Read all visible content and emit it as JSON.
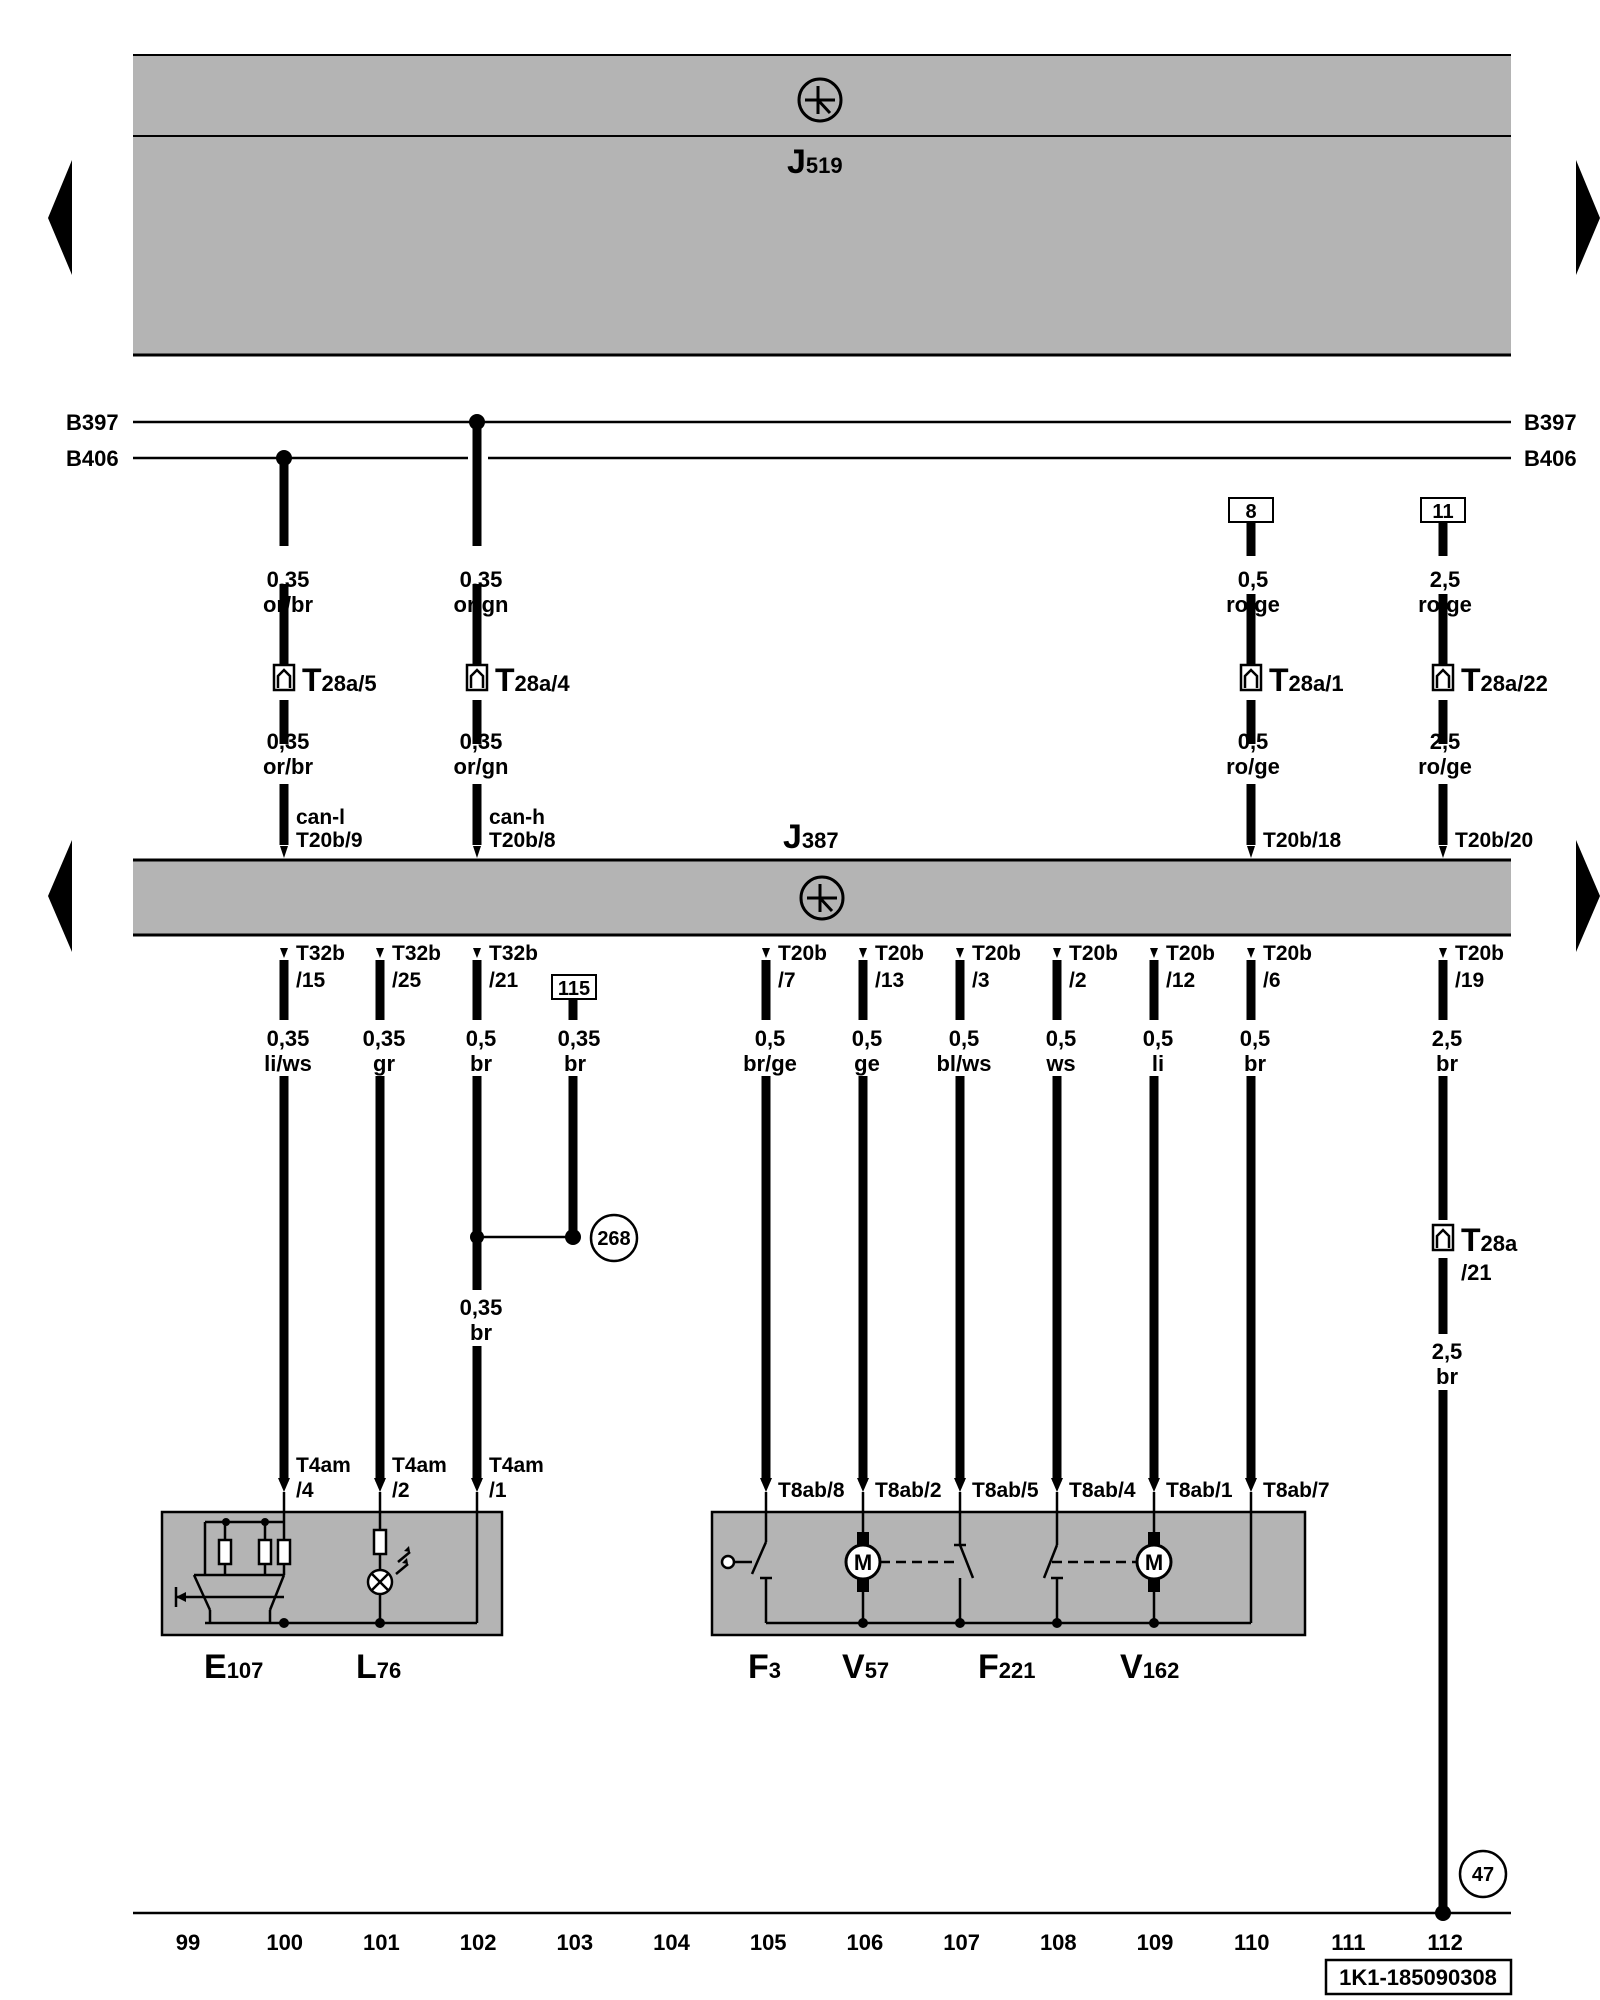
{
  "modules": {
    "top": {
      "label": "J",
      "sub": "519"
    },
    "mid": {
      "label": "J",
      "sub": "387"
    }
  },
  "buses": {
    "b397": "B397",
    "b406": "B406"
  },
  "wires_upper": [
    {
      "id": "w100",
      "size1": "0,35",
      "color1": "or/br",
      "conn": "T",
      "conn_sub": "28a/5",
      "size2": "0,35",
      "color2": "or/br",
      "sig": "can-l",
      "pin": "T20b/9"
    },
    {
      "id": "w102",
      "size1": "0,35",
      "color1": "or/gn",
      "conn": "T",
      "conn_sub": "28a/4",
      "size2": "0,35",
      "color2": "or/gn",
      "sig": "can-h",
      "pin": "T20b/8"
    },
    {
      "id": "w110",
      "ref": "8",
      "size1": "0,5",
      "color1": "ro/ge",
      "conn": "T",
      "conn_sub": "28a/1",
      "size2": "0,5",
      "color2": "ro/ge",
      "pin": "T20b/18"
    },
    {
      "id": "w112",
      "ref": "11",
      "size1": "2,5",
      "color1": "ro/ge",
      "conn": "T",
      "conn_sub": "28a/22",
      "size2": "2,5",
      "color2": "ro/ge",
      "pin": "T20b/20"
    }
  ],
  "wires_lower": [
    {
      "id": "l100",
      "pin1": "T32b",
      "pin2": "/15",
      "size": "0,35",
      "color": "li/ws",
      "end1": "T4am",
      "end2": "/4"
    },
    {
      "id": "l101",
      "pin1": "T32b",
      "pin2": "/25",
      "size": "0,35",
      "color": "gr",
      "end1": "T4am",
      "end2": "/2"
    },
    {
      "id": "l102",
      "pin1": "T32b",
      "pin2": "/21",
      "size": "0,5",
      "color": "br",
      "size_b": "0,35",
      "color_b": "br",
      "end1": "T4am",
      "end2": "/1"
    },
    {
      "id": "l103",
      "ref": "115",
      "size": "0,35",
      "color": "br",
      "ground": "268"
    },
    {
      "id": "l105",
      "pin1": "T20b",
      "pin2": "/7",
      "size": "0,5",
      "color": "br/ge",
      "end": "T8ab/8"
    },
    {
      "id": "l106",
      "pin1": "T20b",
      "pin2": "/13",
      "size": "0,5",
      "color": "ge",
      "end": "T8ab/2"
    },
    {
      "id": "l107",
      "pin1": "T20b",
      "pin2": "/3",
      "size": "0,5",
      "color": "bl/ws",
      "end": "T8ab/5"
    },
    {
      "id": "l108",
      "pin1": "T20b",
      "pin2": "/2",
      "size": "0,5",
      "color": "ws",
      "end": "T8ab/4"
    },
    {
      "id": "l109",
      "pin1": "T20b",
      "pin2": "/12",
      "size": "0,5",
      "color": "li",
      "end": "T8ab/1"
    },
    {
      "id": "l110",
      "pin1": "T20b",
      "pin2": "/6",
      "size": "0,5",
      "color": "br",
      "end": "T8ab/7"
    },
    {
      "id": "l112",
      "pin1": "T20b",
      "pin2": "/19",
      "size": "2,5",
      "color": "br",
      "conn": "T",
      "conn_sub": "28a",
      "conn_pin": "/21",
      "size_b": "2,5",
      "color_b": "br",
      "ground": "47"
    }
  ],
  "components": [
    {
      "id": "e107",
      "label": "E",
      "sub": "107"
    },
    {
      "id": "l76",
      "label": "L",
      "sub": "76"
    },
    {
      "id": "f3",
      "label": "F",
      "sub": "3"
    },
    {
      "id": "v57",
      "label": "V",
      "sub": "57"
    },
    {
      "id": "f221",
      "label": "F",
      "sub": "221"
    },
    {
      "id": "v162",
      "label": "V",
      "sub": "162"
    }
  ],
  "motor_letter": "M",
  "axis": [
    "99",
    "100",
    "101",
    "102",
    "103",
    "104",
    "105",
    "106",
    "107",
    "108",
    "109",
    "110",
    "111",
    "112"
  ],
  "doc_id": "1K1-185090308"
}
